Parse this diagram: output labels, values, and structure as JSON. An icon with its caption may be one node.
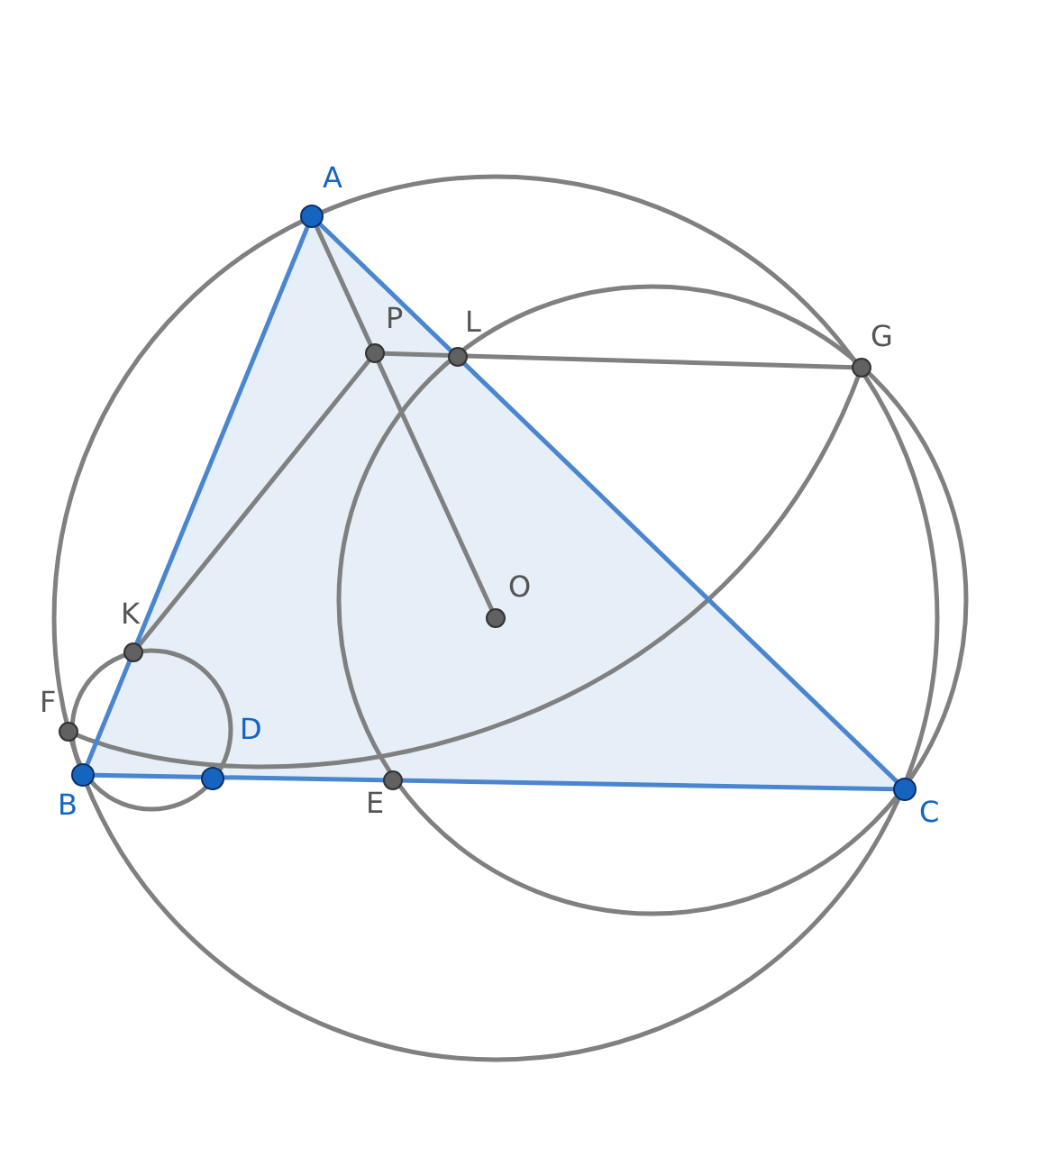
{
  "diagram": {
    "labels": [
      "A",
      "P",
      "L",
      "G",
      "O",
      "K",
      "F",
      "D",
      "B",
      "E",
      "C"
    ]
  }
}
